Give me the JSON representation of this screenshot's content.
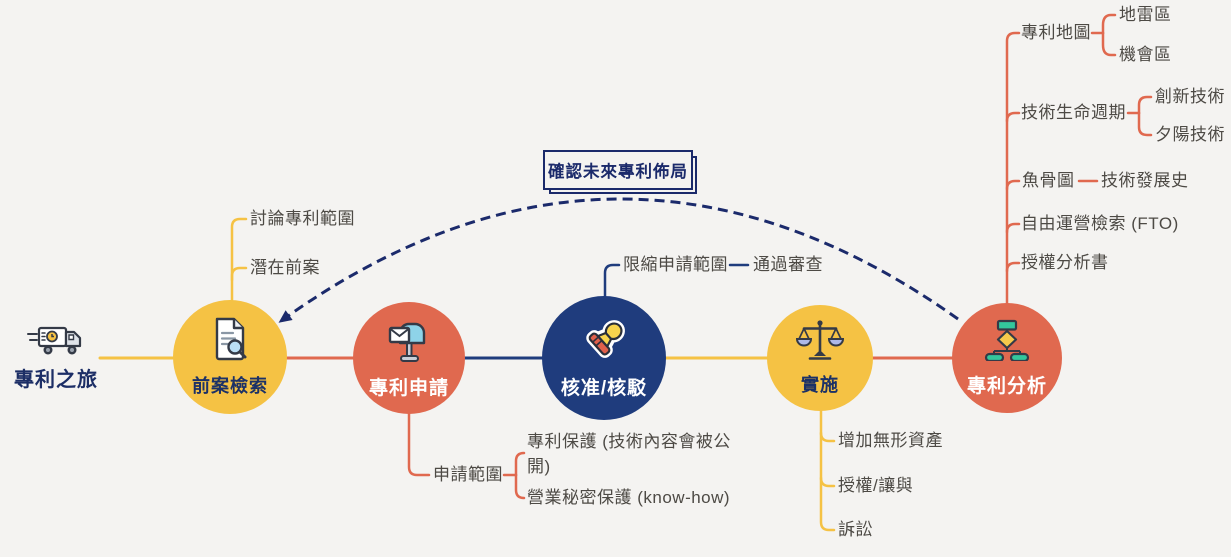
{
  "palette": {
    "background": "#F4F3F1",
    "yellow": "#F5C244",
    "coral": "#E0694F",
    "navy": "#1F3C7D",
    "ink_navy": "#1B2A6B",
    "branch_text_gray": "#4D4A45"
  },
  "root": {
    "label": "專利之旅",
    "icon": "delivery-truck-icon"
  },
  "callout": {
    "label": "確認未來專利佈局"
  },
  "nodes": [
    {
      "id": "prior-art-search",
      "label": "前案檢索",
      "icon": "document-search-icon",
      "color": "#F5C244",
      "branches": [
        "討論專利範圍",
        "潛在前案"
      ]
    },
    {
      "id": "patent-application",
      "label": "專利申請",
      "icon": "mailbox-icon",
      "color": "#E0694F",
      "branches": [
        {
          "label": "申請範圍",
          "children": [
            "專利保護 (技術內容會被公開)",
            "營業秘密保護 (know-how)"
          ]
        }
      ]
    },
    {
      "id": "approval-rejection",
      "label": "核准/核駁",
      "icon": "stamp-icon",
      "color": "#1F3C7D",
      "branches": [
        {
          "label": "限縮申請範圍",
          "children": [
            "通過審查"
          ]
        }
      ]
    },
    {
      "id": "implementation",
      "label": "實施",
      "icon": "scales-icon",
      "color": "#F5C244",
      "branches": [
        "增加無形資產",
        "授權/讓與",
        "訴訟"
      ]
    },
    {
      "id": "patent-analysis",
      "label": "專利分析",
      "icon": "flowchart-icon",
      "color": "#E0694F",
      "branches": [
        {
          "label": "專利地圖",
          "children": [
            "地雷區",
            "機會區"
          ]
        },
        {
          "label": "技術生命週期",
          "children": [
            "創新技術",
            "夕陽技術"
          ]
        },
        {
          "label": "魚骨圖",
          "children": [
            "技術發展史"
          ]
        },
        {
          "label": "自由運營檢索 (FTO)",
          "children": []
        },
        {
          "label": "授權分析書",
          "children": []
        }
      ]
    }
  ]
}
